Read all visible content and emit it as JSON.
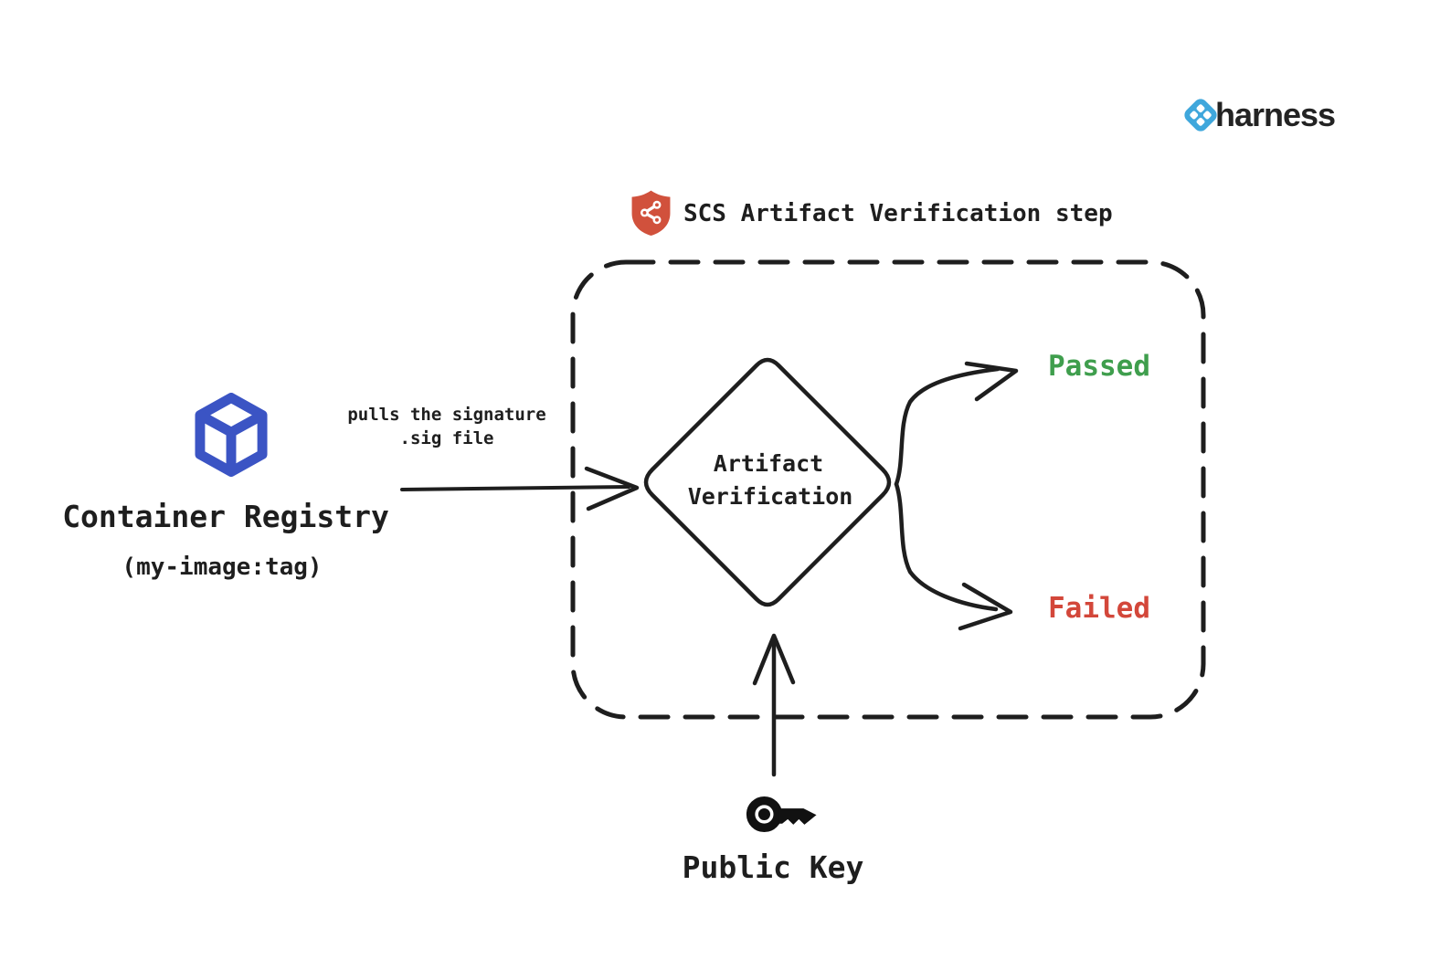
{
  "brand": {
    "name": "harness",
    "icon": "harness-logo-icon",
    "icon_color": "#3fa7dc"
  },
  "header": {
    "title": "SCS Artifact Verification step",
    "icon": "shield-network-icon",
    "shield_color": "#d1513c"
  },
  "registry": {
    "label": "Container Registry",
    "sublabel": "(my-image:tag)",
    "icon": "container-cube-icon",
    "icon_color": "#3b54c4"
  },
  "edges": {
    "pull": {
      "label_line1": "pulls the signature",
      "label_line2": ".sig file"
    },
    "public_key": {
      "label": "Public Key",
      "icon": "key-icon"
    }
  },
  "step": {
    "decision": {
      "line1": "Artifact",
      "line2": "Verification"
    },
    "outcomes": [
      {
        "label": "Passed",
        "color": "#3f9e4d"
      },
      {
        "label": "Failed",
        "color": "#d3473a"
      }
    ]
  },
  "colors": {
    "ink": "#1e1e1e",
    "background": "#ffffff"
  }
}
